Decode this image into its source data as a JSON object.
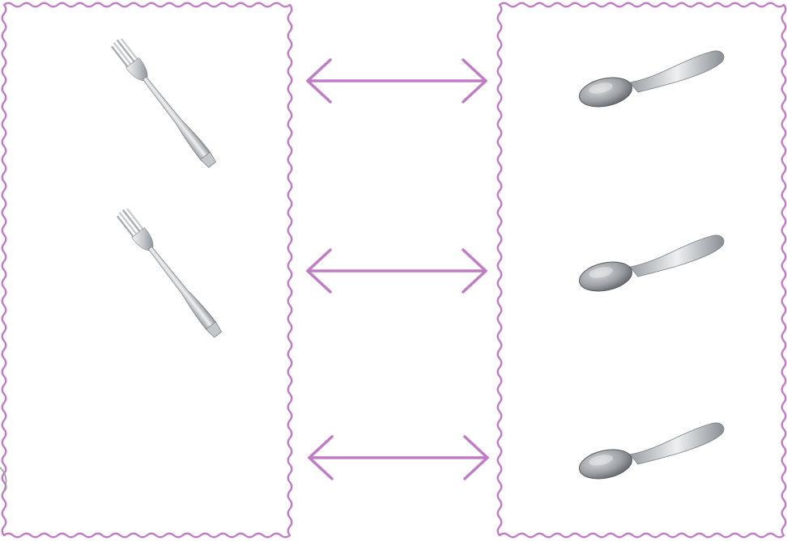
{
  "diagram": {
    "kind": "one-to-one matching (forks vs spoons)",
    "colors": {
      "border": "#c07cc5",
      "arrow": "#c07cc5",
      "metal_light": "#eceef0",
      "metal_mid": "#b6b9bd",
      "metal_dark": "#6d7177",
      "bowl_dark": "#5c5f63",
      "bowl_light": "#d4d6d8"
    },
    "left_group": {
      "item": "fork-icon",
      "count": 2
    },
    "right_group": {
      "item": "spoon-icon",
      "count": 3
    },
    "connectors": {
      "icon": "double-headed-arrow-icon",
      "count": 3
    }
  }
}
